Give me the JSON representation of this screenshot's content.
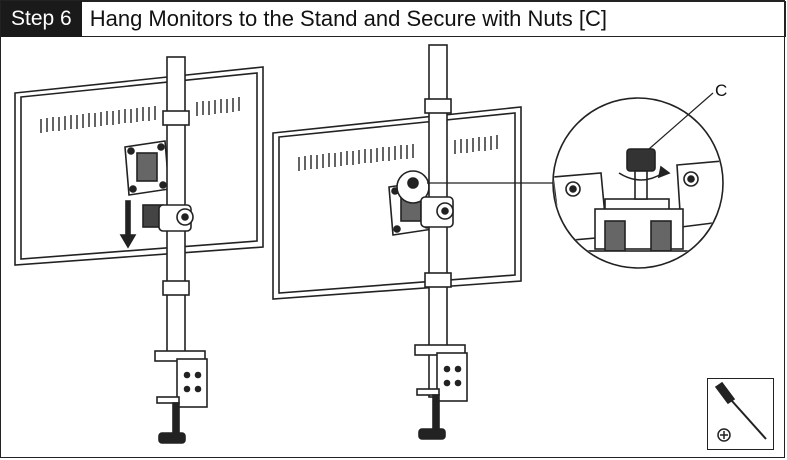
{
  "header": {
    "step_label": "Step 6",
    "title": "Hang Monitors to the Stand and Secure with Nuts [C]"
  },
  "callout": {
    "label": "C"
  },
  "icons": {
    "tool": "screwdriver-icon",
    "tool_tip": "phillips-plus-icon"
  }
}
